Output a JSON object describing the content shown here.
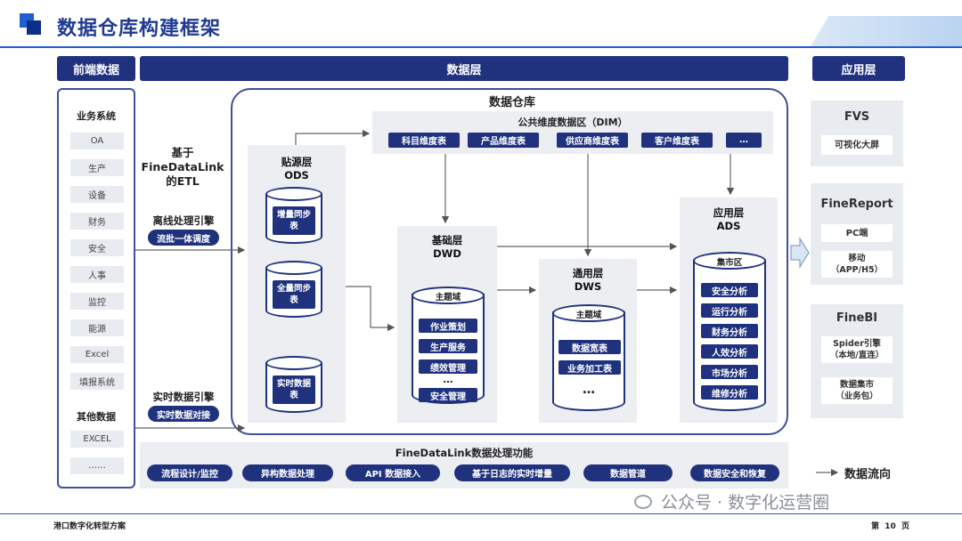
{
  "title": "数据仓库构建框架",
  "headers": {
    "front": "前端数据",
    "data": "数据层",
    "app": "应用层"
  },
  "front": {
    "business_label": "业务系统",
    "items": [
      "OA",
      "生产",
      "设备",
      "财务",
      "安全",
      "人事",
      "监控",
      "能源",
      "Excel",
      "填报系统"
    ],
    "other_label": "其他数据",
    "other_items": [
      "EXCEL",
      "……"
    ]
  },
  "etl": {
    "line1": "基于",
    "line2": "FineDataLink",
    "line3": "的ETL",
    "offline_label": "离线处理引擎",
    "offline_tag": "流批一体调度",
    "realtime_label": "实时数据引擎",
    "realtime_tag": "实时数据对接"
  },
  "warehouse": {
    "title": "数据仓库",
    "dim_title": "公共维度数据区（DIM）",
    "dim_items": [
      "科目维度表",
      "产品维度表",
      "供应商维度表",
      "客户维度表",
      "…"
    ],
    "ods": {
      "title1": "贴源层",
      "title2": "ODS",
      "cyl1": "增量同步表",
      "cyl2": "全量同步表",
      "cyl3": "实时数据表"
    },
    "dwd": {
      "title1": "基础层",
      "title2": "DWD",
      "domain": "主题域",
      "items": [
        "作业策划",
        "生产服务",
        "绩效管理"
      ],
      "dots": "…",
      "last": "安全管理"
    },
    "dws": {
      "title1": "通用层",
      "title2": "DWS",
      "domain": "主题域",
      "items": [
        "数据宽表",
        "业务加工表"
      ],
      "dots": "…"
    },
    "ads": {
      "title1": "应用层",
      "title2": "ADS",
      "mart": "集市区",
      "items": [
        "安全分析",
        "运行分析",
        "财务分析",
        "人效分析",
        "市场分析",
        "维修分析"
      ]
    }
  },
  "fdl": {
    "title": "FineDataLink数据处理功能",
    "items": [
      "流程设计/监控",
      "异构数据处理",
      "API 数据接入",
      "基于日志的实时增量",
      "数据管道",
      "数据安全和恢复"
    ]
  },
  "apps": {
    "fvs": {
      "title": "FVS",
      "items": [
        "可视化大屏"
      ]
    },
    "fr": {
      "title": "FineReport",
      "items": [
        "PC端",
        "移动\n（APP/H5）"
      ]
    },
    "fbi": {
      "title": "FineBI",
      "items": [
        "Spider引擎\n（本地/直连）",
        "数据集市\n（业务包）"
      ]
    }
  },
  "legend": "数据流向",
  "watermark": "公众号 · 数字化运营圈",
  "footer": {
    "left": "港口数字化转型方案",
    "page": "第  10  页"
  },
  "colors": {
    "navy": "#20327e",
    "blue": "#1f5fd0",
    "gray": "#eceef1"
  }
}
